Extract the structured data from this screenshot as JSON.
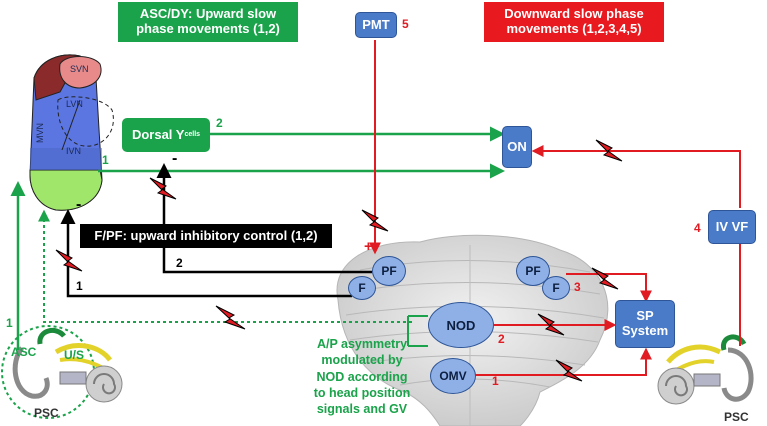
{
  "headers": {
    "asc_dy": "ASC/DY: Upward slow phase movements (1,2)",
    "downward": "Downward slow phase movements (1,2,3,4,5)"
  },
  "nodes": {
    "pmt": "PMT",
    "pmt_num": "5",
    "dorsal_y": "Dorsal Y",
    "dorsal_y_sub": "cells",
    "on": "ON",
    "iv_vf": "IV VF",
    "iv_vf_num": "4",
    "sp_system_line1": "SP",
    "sp_system_line2": "System",
    "pf_left": "PF",
    "f_left": "F",
    "pf_right": "PF",
    "f_right": "F",
    "f_right_num": "3",
    "nod": "NOD",
    "omv": "OMV"
  },
  "vestibular_nuclei": {
    "svn": "SVN",
    "lvn": "LVN",
    "mvn": "MVN",
    "ivn": "IVN"
  },
  "inhibitory_box": "F/PF: upward inhibitory control (1,2)",
  "annotation": "A/P asymmetry modulated by NOD according to head position signals and GV",
  "canal_labels": {
    "asc": "ASC",
    "us": "U/S",
    "psc_left": "PSC",
    "psc_right": "PSC"
  },
  "path_numbers": {
    "green_top": "2",
    "green_mid": "1",
    "green_left": "1",
    "black_upper": "2",
    "black_lower": "1",
    "red_nod": "2",
    "red_omv": "1"
  },
  "signs": {
    "minus_dorsal": "-",
    "minus_left": "-",
    "plus_pf": "+"
  }
}
